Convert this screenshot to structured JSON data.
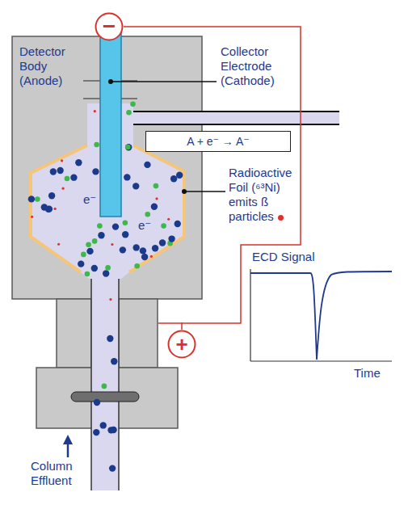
{
  "diagram": {
    "nodes": [
      {
        "text": [
          "−"
        ]
      },
      {
        "text": [
          "A + e⁻ → A⁻"
        ]
      },
      {
        "text": [
          "+"
        ]
      }
    ],
    "edges": [
      {
        "from": 0,
        "to": 2,
        "arrow": "none"
      }
    ],
    "labels": [
      "Detector Body (Anode)",
      "Collector Electrode (Cathode)",
      "e⁻",
      "e⁻",
      "Radioactive Foil (⁶³Ni) emits ß particles",
      "ECD Signal",
      "Time",
      "Column Effluent"
    ]
  }
}
